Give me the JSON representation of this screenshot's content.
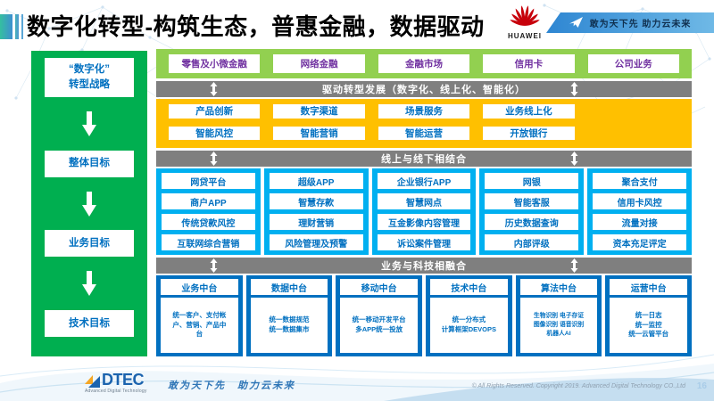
{
  "header": {
    "title": "数字化转型-构筑生态，普惠金融，数据驱动",
    "brand": "HUAWEI",
    "ribbon_slogan": "敢为天下先 助力云未来"
  },
  "colors": {
    "sidebar_green": "#00AF50",
    "segment_green": "#92D050",
    "capability_yellow": "#FFC000",
    "channel_blue": "#00B0F0",
    "platform_blue": "#0070C0",
    "banner_gray": "#7F7F7F",
    "segment_text_purple": "#7030A0",
    "huawei_red": "#C7000B"
  },
  "sidebar": {
    "items": [
      "“数字化”\n转型战略",
      "整体目标",
      "业务目标",
      "技术目标"
    ]
  },
  "main": {
    "business_row": [
      "零售及小微金融",
      "网络金融",
      "金融市场",
      "信用卡",
      "公司业务"
    ],
    "banner_drive": "驱动转型发展（数字化、线上化、智能化）",
    "yellow_rows": [
      [
        "产品创新",
        "数字渠道",
        "场景服务",
        "业务线上化"
      ],
      [
        "智能风控",
        "智能营销",
        "智能运营",
        "开放银行"
      ]
    ],
    "banner_online_offline": "线上与线下相结合",
    "blue_columns": [
      [
        "网贷平台",
        "商户APP",
        "传统贷款风控",
        "互联网综合营销"
      ],
      [
        "超级APP",
        "智慧存款",
        "理财营销",
        "风险管理及预警"
      ],
      [
        "企业银行APP",
        "智慧网点",
        "互金影像内容管理",
        "诉讼案件管理"
      ],
      [
        "网银",
        "智能客服",
        "历史数据查询",
        "内部评级"
      ],
      [
        "聚合支付",
        "信用卡风控",
        "流量对接",
        "资本充足评定"
      ]
    ],
    "banner_tech": "业务与科技相融合",
    "platforms": [
      {
        "title": "业务中台",
        "detail": "统一客户、支付帐\n户、营销、产品中\n台"
      },
      {
        "title": "数据中台",
        "detail": "统一数据规范\n统一数据集市"
      },
      {
        "title": "移动中台",
        "detail": "统一移动开发平台\n多APP统一投放"
      },
      {
        "title": "技术中台",
        "detail": "统一分布式\n计算框架DEVOPS"
      },
      {
        "title": "算法中台",
        "detail": "生物识别 电子存证\n图像识别 语音识别\n机器人AI"
      },
      {
        "title": "运营中台",
        "detail": "统一日志\n统一监控\n统一云管平台"
      }
    ]
  },
  "footer": {
    "logo_text": "DTEC",
    "logo_subtext": "Advanced Digital Technology",
    "slogan": "敢为天下先　助力云未来",
    "copyright": "© All Rights Reserved. Copyright 2019. Advanced Digital Technology CO.,Ltd",
    "page_number": "16"
  }
}
